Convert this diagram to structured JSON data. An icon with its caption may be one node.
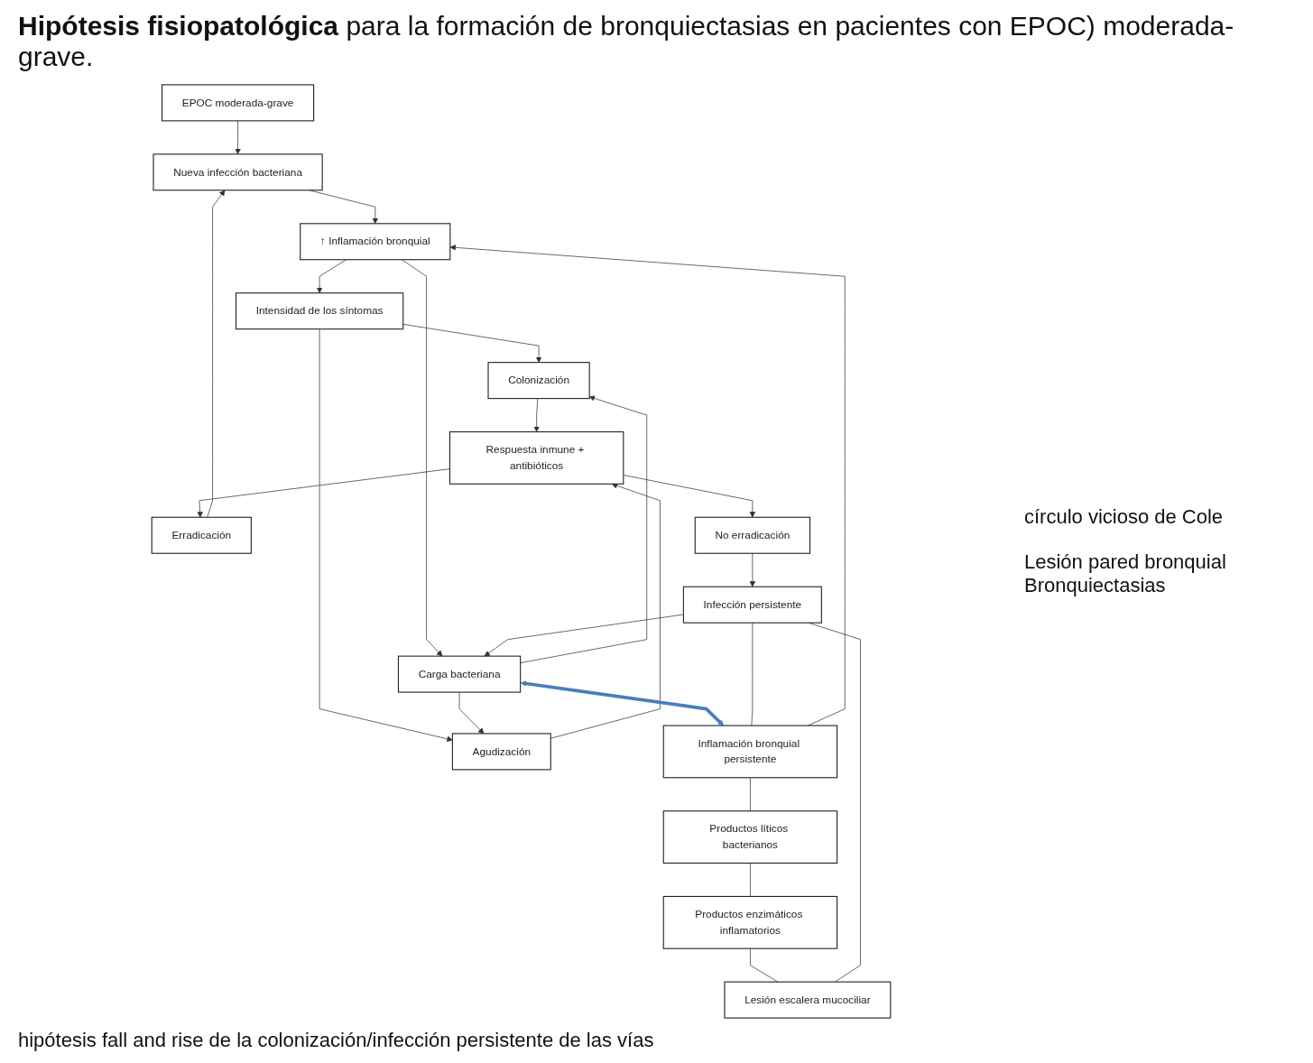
{
  "diagram": {
    "title": "**Hipótesis fisiopatológica** para la formación de bronquiectasias en pacientes con EPOC) moderada-grave.",
    "caption": "hipótesis fall and rise de la colonización/infección persistente de las vías",
    "nodes": [
      {
        "text": [
          "EPOC moderada-grave"
        ]
      },
      {
        "text": [
          "Nueva infección bacteriana"
        ]
      },
      {
        "text": [
          "↑ Inflamación bronquial"
        ]
      },
      {
        "text": [
          "Intensidad de los síntomas"
        ]
      },
      {
        "text": [
          "Carga bacteriana"
        ]
      },
      {
        "text": [
          "Colonización"
        ]
      },
      {
        "text": [
          "Agudización"
        ]
      },
      {
        "text": [
          "Respuesta inmune + antibióticos"
        ]
      },
      {
        "text": [
          "Erradicación"
        ]
      },
      {
        "text": [
          "No erradicación"
        ]
      },
      {
        "text": [
          "Infección persistente"
        ]
      },
      {
        "text": [
          "Inflamación bronquial persistente"
        ]
      },
      {
        "text": [
          "Productos líticos bacterianos"
        ]
      },
      {
        "text": [
          "Productos enzimáticos inflamatorios"
        ]
      },
      {
        "text": [
          "Lesión escalera mucociliar"
        ]
      }
    ],
    "edges": [
      {
        "from": 0,
        "to": 1,
        "arrow": "to"
      },
      {
        "from": 1,
        "to": 2,
        "arrow": "to"
      },
      {
        "from": 2,
        "to": 3,
        "arrow": "to"
      },
      {
        "from": 2,
        "to": 4,
        "arrow": "to"
      },
      {
        "from": 3,
        "to": 5,
        "arrow": "to"
      },
      {
        "from": 3,
        "to": 6,
        "arrow": "to"
      },
      {
        "from": 4,
        "to": 5,
        "arrow": "to"
      },
      {
        "from": 4,
        "to": 6,
        "arrow": "to"
      },
      {
        "from": 5,
        "to": 7,
        "arrow": "to"
      },
      {
        "from": 6,
        "to": 7,
        "arrow": "to"
      },
      {
        "from": 7,
        "to": 8,
        "arrow": "to"
      },
      {
        "from": 7,
        "to": 9,
        "arrow": "to"
      },
      {
        "from": 8,
        "to": 1,
        "arrow": "to"
      },
      {
        "from": 9,
        "to": 10,
        "arrow": "to"
      },
      {
        "from": 10,
        "to": 4,
        "arrow": "to"
      },
      {
        "from": 11,
        "to": 2,
        "arrow": "to"
      },
      {
        "from": 4,
        "to": 11,
        "arrow": "both",
        "style": "thick",
        "color": "#4a7ebb"
      },
      {
        "from": 11,
        "to": 12,
        "arrow": "none"
      },
      {
        "from": 12,
        "to": 13,
        "arrow": "none"
      },
      {
        "from": 13,
        "to": 14,
        "arrow": "none"
      },
      {
        "from": 14,
        "to": 10,
        "arrow": "none"
      },
      {
        "from": 10,
        "to": 11,
        "arrow": "none"
      }
    ],
    "labels": [
      "círculo vicioso de Cole",
      "Lesión pared bronquial Bronquiectasias"
    ]
  }
}
